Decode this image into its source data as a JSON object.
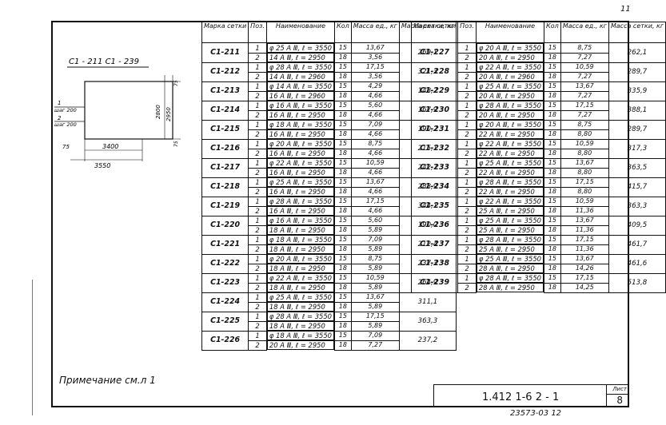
{
  "page_number": "11",
  "headers": {
    "mark": "Марка сетки",
    "pos": "Поз.",
    "name": "Наименование",
    "qty": "Кол",
    "unit_mass": "Масса ед., кг",
    "total_mass": "Масса сетки, кг"
  },
  "sketch": {
    "title": "С1 - 211  С1 - 239",
    "pos1": "1",
    "step1": "шаг 200",
    "pos2": "2",
    "step2": "шаг 200",
    "dim_inner_w": "3400",
    "dim_outer_w": "3550",
    "dim_inner_h": "2800",
    "dim_outer_h": "2950",
    "dim_gap_top": "75",
    "dim_gap_bottom": "75",
    "dim_gap_left": "75"
  },
  "note": "Примечание см.л 1",
  "stamp": {
    "code": "1.412 1-6 2 - 1",
    "sheet_label": "Лист",
    "sheet": "8"
  },
  "bottom_code": "23573-03  12",
  "left_table": [
    {
      "mark": "С1-211",
      "rows": [
        {
          "pos": "1",
          "name": "φ 25 А Ⅲ,   ℓ = 3550",
          "qty": "15",
          "mass": "13,67"
        },
        {
          "pos": "2",
          "name": "14 А Ⅲ,   ℓ = 2950",
          "qty": "18",
          "mass": "3,56"
        }
      ],
      "total": "269,1"
    },
    {
      "mark": "С1-212",
      "rows": [
        {
          "pos": "1",
          "name": "φ 28 А Ⅲ,   ℓ = 3550",
          "qty": "15",
          "mass": "17,15"
        },
        {
          "pos": "2",
          "name": "14 А Ⅲ,   ℓ = 2960",
          "qty": "18",
          "mass": "3,56"
        }
      ],
      "total": "321,3"
    },
    {
      "mark": "С1-213",
      "rows": [
        {
          "pos": "1",
          "name": "φ 14 А Ⅲ,   ℓ = 3550",
          "qty": "15",
          "mass": "4,29"
        },
        {
          "pos": "2",
          "name": "16 А Ⅲ,   ℓ = 2960",
          "qty": "18",
          "mass": "4,66"
        }
      ],
      "total": "148,2"
    },
    {
      "mark": "С1-214",
      "rows": [
        {
          "pos": "1",
          "name": "φ 16 А Ⅲ,   ℓ = 3550",
          "qty": "15",
          "mass": "5,60"
        },
        {
          "pos": "2",
          "name": "16 А Ⅲ,   ℓ = 2950",
          "qty": "18",
          "mass": "4,66"
        }
      ],
      "total": "167,9"
    },
    {
      "mark": "С1-215",
      "rows": [
        {
          "pos": "1",
          "name": "φ 18 А Ⅲ,   ℓ = 3550",
          "qty": "15",
          "mass": "7,09"
        },
        {
          "pos": "2",
          "name": "16 А Ⅲ,   ℓ = 2950",
          "qty": "18",
          "mass": "4,66"
        }
      ],
      "total": "190,2"
    },
    {
      "mark": "С1-216",
      "rows": [
        {
          "pos": "1",
          "name": "φ 20 А Ⅲ,   ℓ = 3550",
          "qty": "15",
          "mass": "8,75"
        },
        {
          "pos": "2",
          "name": "16 А Ⅲ,   ℓ = 2950",
          "qty": "18",
          "mass": "4,66"
        }
      ],
      "total": "215,1"
    },
    {
      "mark": "С1-217",
      "rows": [
        {
          "pos": "1",
          "name": "φ 22 А Ⅲ,   ℓ = 3550",
          "qty": "15",
          "mass": "10,59"
        },
        {
          "pos": "2",
          "name": "16 А Ⅲ,   ℓ = 2950",
          "qty": "18",
          "mass": "4,66"
        }
      ],
      "total": "242,7"
    },
    {
      "mark": "С1-218",
      "rows": [
        {
          "pos": "1",
          "name": "φ 25 А Ⅲ,   ℓ = 3550",
          "qty": "15",
          "mass": "13,67"
        },
        {
          "pos": "2",
          "name": "16 А Ⅲ,   ℓ = 2950",
          "qty": "18",
          "mass": "4,66"
        }
      ],
      "total": "288,9"
    },
    {
      "mark": "С1-219",
      "rows": [
        {
          "pos": "1",
          "name": "φ 28 А Ⅲ,   ℓ = 3550",
          "qty": "15",
          "mass": "17,15"
        },
        {
          "pos": "2",
          "name": "16 А Ⅲ,   ℓ = 2950",
          "qty": "18",
          "mass": "4,66"
        }
      ],
      "total": "344,1"
    },
    {
      "mark": "С1-220",
      "rows": [
        {
          "pos": "1",
          "name": "φ 16 А Ⅲ,   ℓ = 3550",
          "qty": "15",
          "mass": "5,60"
        },
        {
          "pos": "2",
          "name": "18 А Ⅲ,   ℓ = 2950",
          "qty": "18",
          "mass": "5,89"
        }
      ],
      "total": "190,0"
    },
    {
      "mark": "С1-221",
      "rows": [
        {
          "pos": "1",
          "name": "φ 18 А Ⅲ,   ℓ = 3550",
          "qty": "15",
          "mass": "7,09"
        },
        {
          "pos": "2",
          "name": "18 А Ⅲ,   ℓ = 2950",
          "qty": "18",
          "mass": "5,89"
        }
      ],
      "total": "212,4"
    },
    {
      "mark": "С1-222",
      "rows": [
        {
          "pos": "1",
          "name": "φ 20 А Ⅲ,   ℓ = 3550",
          "qty": "15",
          "mass": "8,75"
        },
        {
          "pos": "2",
          "name": "18 А Ⅲ,   ℓ = 2950",
          "qty": "18",
          "mass": "5,89"
        }
      ],
      "total": "237,3"
    },
    {
      "mark": "С1-223",
      "rows": [
        {
          "pos": "1",
          "name": "φ 22 А Ⅲ,   ℓ = 3550",
          "qty": "15",
          "mass": "10,59"
        },
        {
          "pos": "2",
          "name": "18 А Ⅲ,   ℓ = 2950",
          "qty": "18",
          "mass": "5,89"
        }
      ],
      "total": "264,9"
    },
    {
      "mark": "С1-224",
      "rows": [
        {
          "pos": "1",
          "name": "φ 25 А Ⅲ,   ℓ = 3550",
          "qty": "15",
          "mass": "13,67"
        },
        {
          "pos": "2",
          "name": "18 А Ⅲ,   ℓ = 2950",
          "qty": "18",
          "mass": "5,89"
        }
      ],
      "total": "311,1"
    },
    {
      "mark": "С1-225",
      "rows": [
        {
          "pos": "1",
          "name": "φ 28 А Ⅲ,   ℓ = 3550",
          "qty": "15",
          "mass": "17,15"
        },
        {
          "pos": "2",
          "name": "18 А Ⅲ,   ℓ = 2950",
          "qty": "18",
          "mass": "5,89"
        }
      ],
      "total": "363,3"
    },
    {
      "mark": "С1-226",
      "rows": [
        {
          "pos": "1",
          "name": "φ 18 А Ⅲ,   ℓ = 3550",
          "qty": "15",
          "mass": "7,09"
        },
        {
          "pos": "2",
          "name": "20 А Ⅲ,   ℓ = 2950",
          "qty": "18",
          "mass": "7,27"
        }
      ],
      "total": "237,2"
    }
  ],
  "right_table": [
    {
      "mark": "С1-227",
      "rows": [
        {
          "pos": "1",
          "name": "φ 20 А Ⅲ,   ℓ = 3550",
          "qty": "15",
          "mass": "8,75"
        },
        {
          "pos": "2",
          "name": "20 А Ⅲ,   ℓ = 2950",
          "qty": "18",
          "mass": "7,27"
        }
      ],
      "total": "262,1"
    },
    {
      "mark": "С1-228",
      "rows": [
        {
          "pos": "1",
          "name": "φ 22 А Ⅲ,   ℓ = 3550",
          "qty": "15",
          "mass": "10,59"
        },
        {
          "pos": "2",
          "name": "20 А Ⅲ,   ℓ = 2960",
          "qty": "18",
          "mass": "7,27"
        }
      ],
      "total": "289,7"
    },
    {
      "mark": "С1-229",
      "rows": [
        {
          "pos": "1",
          "name": "φ 25 А Ⅲ,   ℓ = 3550",
          "qty": "15",
          "mass": "13,67"
        },
        {
          "pos": "2",
          "name": "20 А Ⅲ,   ℓ = 2950",
          "qty": "18",
          "mass": "7,27"
        }
      ],
      "total": "335,9"
    },
    {
      "mark": "С1-230",
      "rows": [
        {
          "pos": "1",
          "name": "φ 28 А Ⅲ,   ℓ = 3550",
          "qty": "15",
          "mass": "17,15"
        },
        {
          "pos": "2",
          "name": "20 А Ⅲ,   ℓ = 2950",
          "qty": "18",
          "mass": "7,27"
        }
      ],
      "total": "388,1"
    },
    {
      "mark": "С1-231",
      "rows": [
        {
          "pos": "1",
          "name": "φ 20 А Ⅲ,   ℓ = 3550",
          "qty": "15",
          "mass": "8,75"
        },
        {
          "pos": "2",
          "name": "22 А Ⅲ,   ℓ = 2950",
          "qty": "18",
          "mass": "8,80"
        }
      ],
      "total": "289,7"
    },
    {
      "mark": "С1-232",
      "rows": [
        {
          "pos": "1",
          "name": "φ 22 А Ⅲ,   ℓ = 3550",
          "qty": "15",
          "mass": "10,59"
        },
        {
          "pos": "2",
          "name": "22 А Ⅲ,   ℓ = 2950",
          "qty": "18",
          "mass": "8,80"
        }
      ],
      "total": "317,3"
    },
    {
      "mark": "С1-233",
      "rows": [
        {
          "pos": "1",
          "name": "φ 25 А Ⅲ,   ℓ = 3550",
          "qty": "15",
          "mass": "13,67"
        },
        {
          "pos": "2",
          "name": "22 А Ⅲ,   ℓ = 2950",
          "qty": "18",
          "mass": "8,80"
        }
      ],
      "total": "363,5"
    },
    {
      "mark": "С1-234",
      "rows": [
        {
          "pos": "1",
          "name": "φ 28 А Ⅲ,   ℓ = 3550",
          "qty": "15",
          "mass": "17,15"
        },
        {
          "pos": "2",
          "name": "22 А Ⅲ,   ℓ = 2950",
          "qty": "18",
          "mass": "8,80"
        }
      ],
      "total": "415,7"
    },
    {
      "mark": "С1-235",
      "rows": [
        {
          "pos": "1",
          "name": "φ 22 А Ⅲ,   ℓ = 3550",
          "qty": "15",
          "mass": "10,59"
        },
        {
          "pos": "2",
          "name": "25 А Ⅲ,   ℓ = 2950",
          "qty": "18",
          "mass": "11,36"
        }
      ],
      "total": "363,3"
    },
    {
      "mark": "С1-236",
      "rows": [
        {
          "pos": "1",
          "name": "φ 25 А Ⅲ,   ℓ = 3550",
          "qty": "15",
          "mass": "13,67"
        },
        {
          "pos": "2",
          "name": "25 А Ⅲ,   ℓ = 2950",
          "qty": "18",
          "mass": "11,36"
        }
      ],
      "total": "409,5"
    },
    {
      "mark": "С1-237",
      "rows": [
        {
          "pos": "1",
          "name": "φ 28 А Ⅲ,   ℓ = 3550",
          "qty": "15",
          "mass": "17,15"
        },
        {
          "pos": "2",
          "name": "25 А Ⅲ,   ℓ = 2950",
          "qty": "18",
          "mass": "11,36"
        }
      ],
      "total": "461,7"
    },
    {
      "mark": "С1-238",
      "rows": [
        {
          "pos": "1",
          "name": "φ 25 А Ⅲ,   ℓ = 3550",
          "qty": "15",
          "mass": "13,67"
        },
        {
          "pos": "2",
          "name": "28 А Ⅲ,   ℓ = 2950",
          "qty": "18",
          "mass": "14,26"
        }
      ],
      "total": "461,6"
    },
    {
      "mark": "С1-239",
      "rows": [
        {
          "pos": "1",
          "name": "φ 28 А Ⅲ,   ℓ = 3550",
          "qty": "15",
          "mass": "17,15"
        },
        {
          "pos": "2",
          "name": "28 А Ⅲ,   ℓ = 2950",
          "qty": "18",
          "mass": "14,25"
        }
      ],
      "total": "513,8"
    }
  ]
}
